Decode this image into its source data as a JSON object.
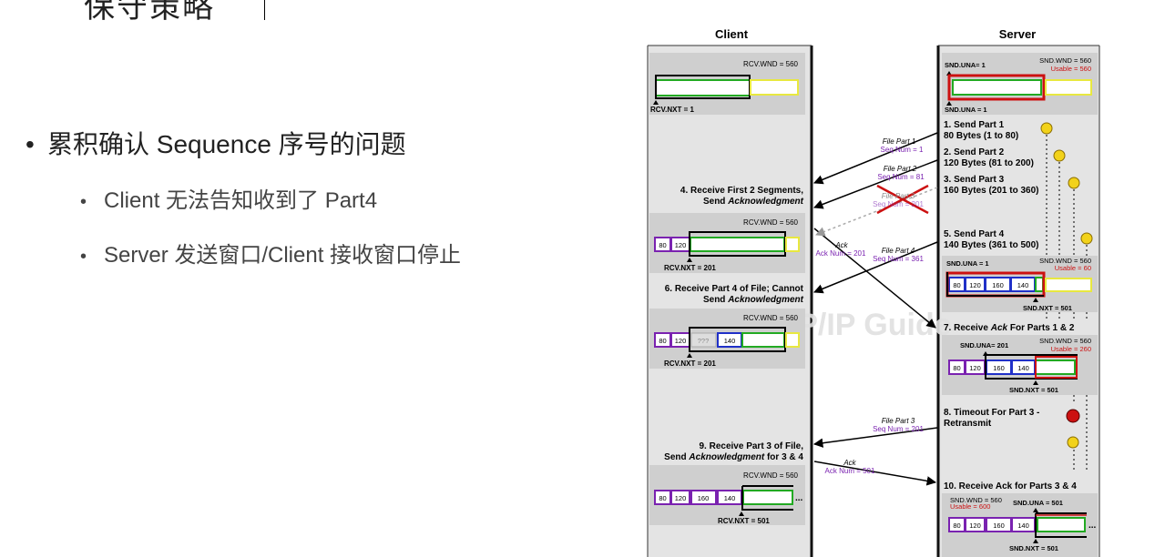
{
  "slide": {
    "title_fragment": "保守策略",
    "bullets": [
      {
        "text": "累积确认 Sequence 序号的问题",
        "level": 1
      },
      {
        "text": "Client 无法告知收到了 Part4",
        "level": 2
      },
      {
        "text": "Server 发送窗口/Client 接收窗口停止",
        "level": 2
      }
    ]
  },
  "diagram": {
    "client_title": "Client",
    "server_title": "Server",
    "watermark": "The TCP/IP Guide",
    "client_states": [
      {
        "rcv_wnd": "RCV.WND = 560",
        "rcv_nxt": "RCV.NXT = 1",
        "segments": []
      },
      {
        "step": "4. Receive First 2 Segments,",
        "step2": "Send ",
        "step2_em": "Acknowledgment",
        "rcv_wnd": "RCV.WND = 560",
        "rcv_nxt": "RCV.NXT = 201",
        "segments": [
          "80",
          "120"
        ]
      },
      {
        "step": "6. Receive Part 4 of File; Cannot",
        "step2": "Send ",
        "step2_em": "Acknowledgment",
        "rcv_wnd": "RCV.WND = 560",
        "rcv_nxt": "RCV.NXT = 201",
        "segments": [
          "80",
          "120",
          "???",
          "140"
        ]
      },
      {
        "step": "9. Receive Part 3 of File,",
        "step2": "Send ",
        "step2_em": "Acknowledgment",
        "step2_tail": " for 3 & 4",
        "rcv_wnd": "RCV.WND = 560",
        "rcv_nxt": "RCV.NXT = 501",
        "segments": [
          "80",
          "120",
          "160",
          "140"
        ],
        "ellipsis": "..."
      }
    ],
    "server_state1": {
      "snd_una_top": "SND.UNA= 1",
      "snd_wnd": "SND.WND = 560",
      "usable": "Usable = 560",
      "snd_una_bottom": "SND.UNA = 1"
    },
    "server_steps": [
      {
        "line1": "1. Send Part 1",
        "line2": "80 Bytes (1 to 80)"
      },
      {
        "line1": "2. Send Part 2",
        "line2": "120 Bytes (81 to 200)"
      },
      {
        "line1": "3. Send Part 3",
        "line2": "160 Bytes (201 to 360)"
      },
      {
        "line1": "5. Send Part 4",
        "line2": "140 Bytes (361 to 500)"
      }
    ],
    "server_state2": {
      "snd_una": "SND.UNA = 1",
      "snd_wnd": "SND.WND = 560",
      "usable": "Usable = 60",
      "snd_nxt": "SND.NXT = 501",
      "segments": [
        "80",
        "120",
        "160",
        "140"
      ]
    },
    "server_step7": {
      "pre": "7. Receive ",
      "em": "Ack",
      "post": " For Parts 1 & 2"
    },
    "server_state3": {
      "snd_una": "SND.UNA= 201",
      "snd_wnd": "SND.WND = 560",
      "usable": "Usable = 260",
      "snd_nxt": "SND.NXT = 501",
      "segments": [
        "80",
        "120",
        "160",
        "140"
      ]
    },
    "server_step8": {
      "line1": "8. Timeout For Part 3 -",
      "line2": "Retransmit"
    },
    "server_step10": "10. Receive Ack for Parts 3 & 4",
    "server_state4": {
      "snd_wnd": "SND.WND = 560",
      "usable": "Usable = 600",
      "snd_una": "SND.UNA = 501",
      "snd_nxt": "SND.NXT = 501",
      "segments": [
        "80",
        "120",
        "160",
        "140"
      ],
      "ellipsis": "..."
    },
    "messages": {
      "fp1": {
        "l1": "File Part 1",
        "l2": "Seq Num = 1"
      },
      "fp2": {
        "l1": "File Part 2",
        "l2": "Seq Num = 81"
      },
      "fp3": {
        "l1": "File Part 3",
        "l2": "Seq Num = 201"
      },
      "ack1": {
        "l1": "Ack",
        "l2": "Ack Num = 201"
      },
      "fp4": {
        "l1": "File Part 4",
        "l2": "Seq Num = 361"
      },
      "fp3r": {
        "l1": "File Part 3",
        "l2": "Seq Num = 201"
      },
      "ack2": {
        "l1": "Ack",
        "l2": "Ack Num = 501"
      }
    },
    "colors": {
      "purple": "#7a22b0",
      "blue": "#2030c8",
      "green": "#22aa22",
      "yellow": "#e8e840",
      "red": "#cc1111",
      "panel": "#cfcfcf",
      "column": "#e4e4e4"
    }
  }
}
